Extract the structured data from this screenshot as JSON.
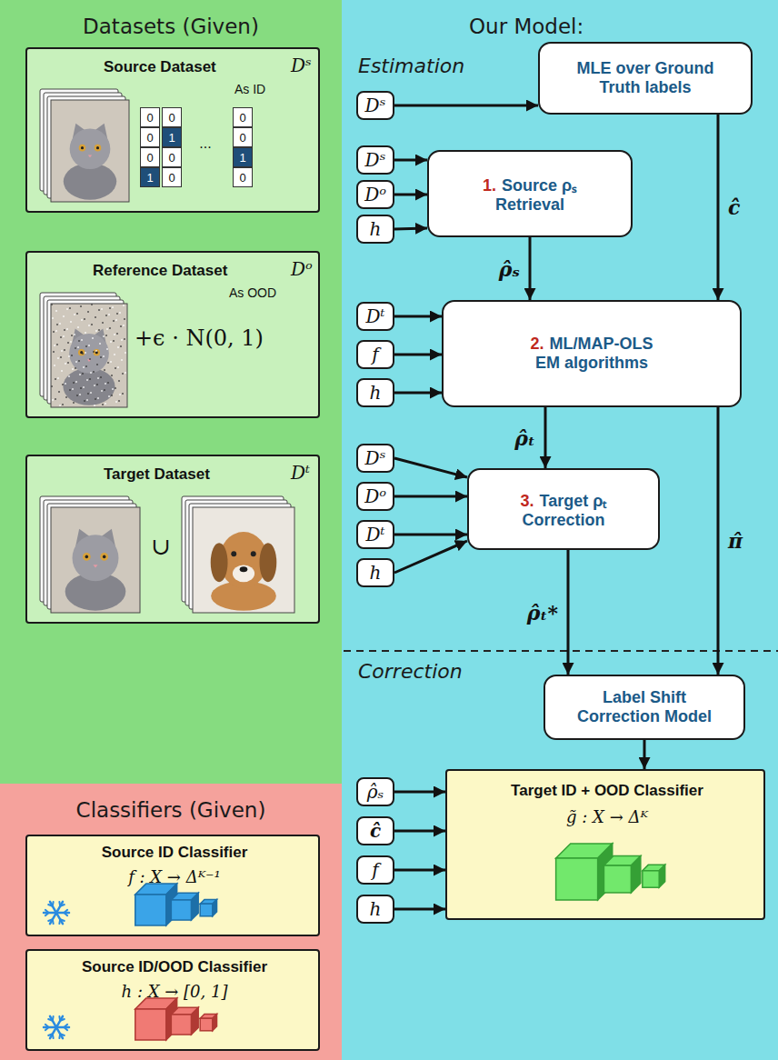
{
  "diagram": {
    "nodes": [
      {
        "text": [
          "Datasets (Given)"
        ]
      },
      {
        "text": [
          "Source Dataset",
          "Dˢ",
          "As ID"
        ],
        "in": 0
      },
      {
        "text": [
          "Reference Dataset",
          "Dᵒ",
          "As OOD",
          "+ϵ · N(0, 1)"
        ],
        "in": 0
      },
      {
        "text": [
          "Target Dataset",
          "Dᵗ",
          "∪"
        ],
        "in": 0
      },
      {
        "text": [
          "Classifiers (Given)"
        ]
      },
      {
        "text": [
          "Source ID Classifier",
          "f : X → Δᴷ⁻¹"
        ],
        "in": 4
      },
      {
        "text": [
          "Source ID/OOD Classifier",
          "h : X → [0, 1]"
        ],
        "in": 4
      },
      {
        "text": [
          "Our Model:"
        ]
      },
      {
        "text": [
          "Dˢ"
        ],
        "in": 7
      },
      {
        "text": [
          "MLE over Ground Truth labels"
        ],
        "in": 7
      },
      {
        "text": [
          "Dˢ"
        ],
        "in": 7
      },
      {
        "text": [
          "Dᵒ"
        ],
        "in": 7
      },
      {
        "text": [
          "h"
        ],
        "in": 7
      },
      {
        "text": [
          "1.",
          "Source ρₛ Retrieval"
        ],
        "in": 7
      },
      {
        "text": [
          "Dᵗ"
        ],
        "in": 7
      },
      {
        "text": [
          "f"
        ],
        "in": 7
      },
      {
        "text": [
          "h"
        ],
        "in": 7
      },
      {
        "text": [
          "2.",
          "ML/MAP-OLS EM algorithms"
        ],
        "in": 7
      },
      {
        "text": [
          "Dˢ"
        ],
        "in": 7
      },
      {
        "text": [
          "Dᵒ"
        ],
        "in": 7
      },
      {
        "text": [
          "Dᵗ"
        ],
        "in": 7
      },
      {
        "text": [
          "h"
        ],
        "in": 7
      },
      {
        "text": [
          "3.",
          "Target ρₜ Correction"
        ],
        "in": 7
      },
      {
        "text": [
          "Label Shift Correction Model"
        ],
        "in": 7
      },
      {
        "text": [
          "ρ̂ₛ"
        ],
        "in": 7
      },
      {
        "text": [
          "ĉ"
        ],
        "in": 7
      },
      {
        "text": [
          "f"
        ],
        "in": 7
      },
      {
        "text": [
          "h"
        ],
        "in": 7
      },
      {
        "text": [
          "Target ID + OOD Classifier",
          "g̃ : X → Δᴷ"
        ],
        "in": 7
      }
    ],
    "edges": [
      {
        "from": 8,
        "to": 9,
        "arrow": "to"
      },
      {
        "from": 9,
        "to": 17,
        "arrow": "to",
        "label": "ĉ"
      },
      {
        "from": 10,
        "to": 13,
        "arrow": "to"
      },
      {
        "from": 11,
        "to": 13,
        "arrow": "to"
      },
      {
        "from": 12,
        "to": 13,
        "arrow": "to"
      },
      {
        "from": 13,
        "to": 17,
        "arrow": "to",
        "label": "ρ̂ₛ"
      },
      {
        "from": 14,
        "to": 17,
        "arrow": "to"
      },
      {
        "from": 15,
        "to": 17,
        "arrow": "to"
      },
      {
        "from": 16,
        "to": 17,
        "arrow": "to"
      },
      {
        "from": 17,
        "to": 22,
        "arrow": "to",
        "label": "ρ̂ₜ"
      },
      {
        "from": 17,
        "to": 23,
        "arrow": "to",
        "label": "π̂"
      },
      {
        "from": 18,
        "to": 22,
        "arrow": "to"
      },
      {
        "from": 19,
        "to": 22,
        "arrow": "to"
      },
      {
        "from": 20,
        "to": 22,
        "arrow": "to"
      },
      {
        "from": 21,
        "to": 22,
        "arrow": "to"
      },
      {
        "from": 22,
        "to": 23,
        "arrow": "to",
        "label": "ρ̂ₜ*"
      },
      {
        "from": 23,
        "to": 28,
        "arrow": "to"
      },
      {
        "from": 24,
        "to": 28,
        "arrow": "to"
      },
      {
        "from": 25,
        "to": 28,
        "arrow": "to"
      },
      {
        "from": 26,
        "to": 28,
        "arrow": "to"
      },
      {
        "from": 27,
        "to": 28,
        "arrow": "to"
      }
    ],
    "labels": [
      "Estimation",
      "Correction",
      "0",
      "0",
      "0",
      "1",
      "0",
      "1",
      "0",
      "0",
      "...",
      "0",
      "0",
      "1",
      "0"
    ]
  }
}
